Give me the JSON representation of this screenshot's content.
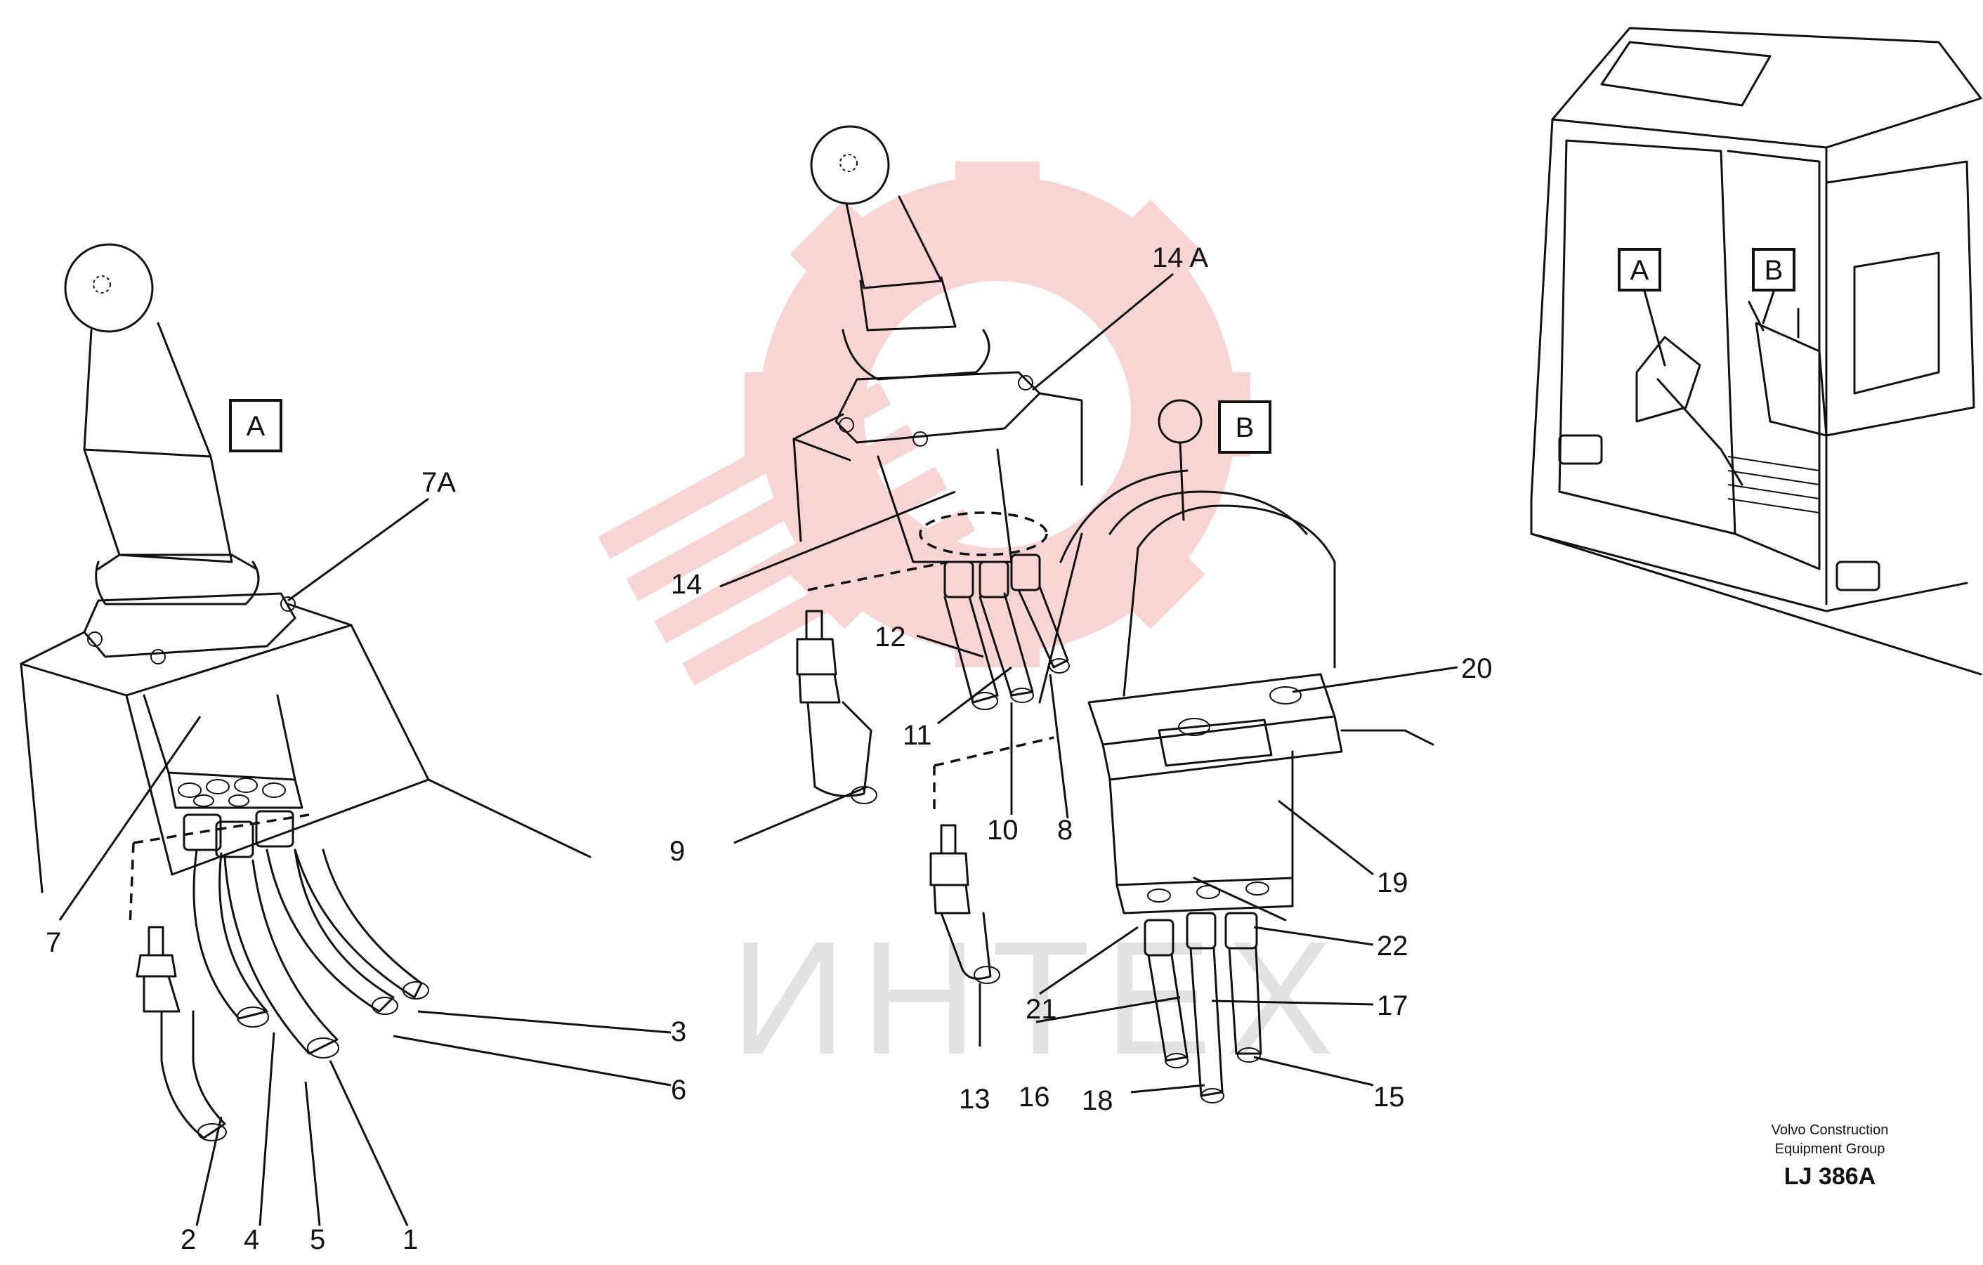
{
  "views": {
    "a": {
      "label": "A"
    },
    "b": {
      "label": "B"
    }
  },
  "inset": {
    "a_label": "A",
    "b_label": "B"
  },
  "callouts": {
    "c1": "1",
    "c2": "2",
    "c3": "3",
    "c4": "4",
    "c5": "5",
    "c6": "6",
    "c7": "7",
    "c7a": "7A",
    "c8": "8",
    "c9": "9",
    "c10": "10",
    "c11": "11",
    "c12": "12",
    "c13": "13",
    "c14": "14",
    "c14a": "14 A",
    "c15": "15",
    "c16": "16",
    "c17": "17",
    "c18": "18",
    "c19": "19",
    "c20": "20",
    "c21": "21",
    "c22": "22"
  },
  "watermark": {
    "text": "ИНТЕХ",
    "color": "#e86a6a"
  },
  "credit": {
    "line1": "Volvo Construction",
    "line2": "Equipment Group",
    "code": "LJ 386A"
  }
}
